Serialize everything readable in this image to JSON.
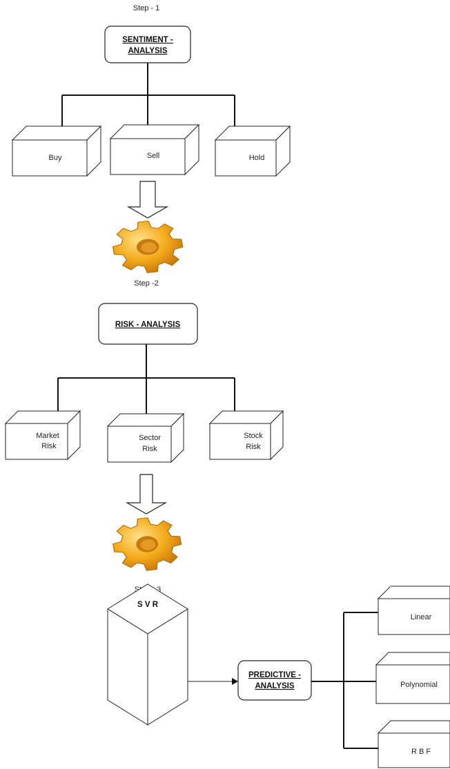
{
  "step1": {
    "label": "Step - 1",
    "title_line1": "SENTIMENT -",
    "title_line2": "ANALYSIS",
    "options": [
      "Buy",
      "Sell",
      "Hold"
    ]
  },
  "step2": {
    "label": "Step -2",
    "title": "RISK - ANALYSIS",
    "options": [
      [
        "Market",
        "Risk"
      ],
      [
        "Sector",
        "Risk"
      ],
      [
        "Stock",
        "Risk"
      ]
    ]
  },
  "step3": {
    "label": "Step - 3",
    "model": "S V R",
    "title_line1": "PREDICTIVE -",
    "title_line2": "ANALYSIS",
    "kernels": [
      "Linear",
      "Polynomial",
      "R B F"
    ]
  },
  "colors": {
    "gear": "#f0a818",
    "gear_dark": "#c87808",
    "gear_light": "#ffd36a"
  }
}
